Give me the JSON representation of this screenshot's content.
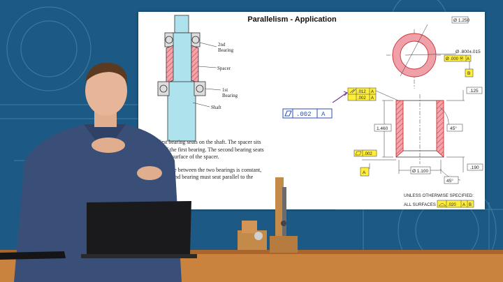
{
  "slide": {
    "title": "Parallelism - Application",
    "shaft_labels": {
      "second_bearing_line1": "2nd",
      "second_bearing_line2": "Bearing",
      "spacer": "Spacer",
      "first_bearing_line1": "1st",
      "first_bearing_line2": "Bearing",
      "shaft": "Shaft"
    },
    "paragraph_1": "The first bearing seats on the shaft. The spacer sits on top of the first bearing. The second bearing seats on the top surface of the spacer.",
    "paragraph_2": "The distance between the two bearings is constant, but the second bearing must seat parallel to the first.",
    "top_view": {
      "diameter": "Ø 1.250",
      "bore_dim": "Ø .800±.015",
      "position_fcf": [
        "Ø .000 Ⓜ",
        "A"
      ],
      "datum_b": "B"
    },
    "section_view": {
      "fcf_parallel": [
        ".012",
        "A"
      ],
      "fcf_flatness_sub": [
        ".002",
        "A"
      ],
      "chamfer_top": ".125",
      "height": "1.460",
      "angle_top": "45°",
      "bottom_flatness": ".002",
      "datum_a": "A",
      "bore_dia": "Ø 1.100",
      "chamfer_bottom": ".190",
      "angle_bottom": "45°"
    },
    "handwritten_fcf": [
      ".002",
      "A"
    ],
    "general_note_line1": "UNLESS OTHERWISE SPECIFIED:",
    "general_note_line2": "ALL SURFACES",
    "general_note_fcf": [
      ".020",
      "A",
      "B"
    ]
  },
  "colors": {
    "background": "#1c5a85",
    "hatch": "#e8707a",
    "shaft": "#aee3ee",
    "fcf_fill": "#ffef3a",
    "desk": "#c9833f"
  }
}
